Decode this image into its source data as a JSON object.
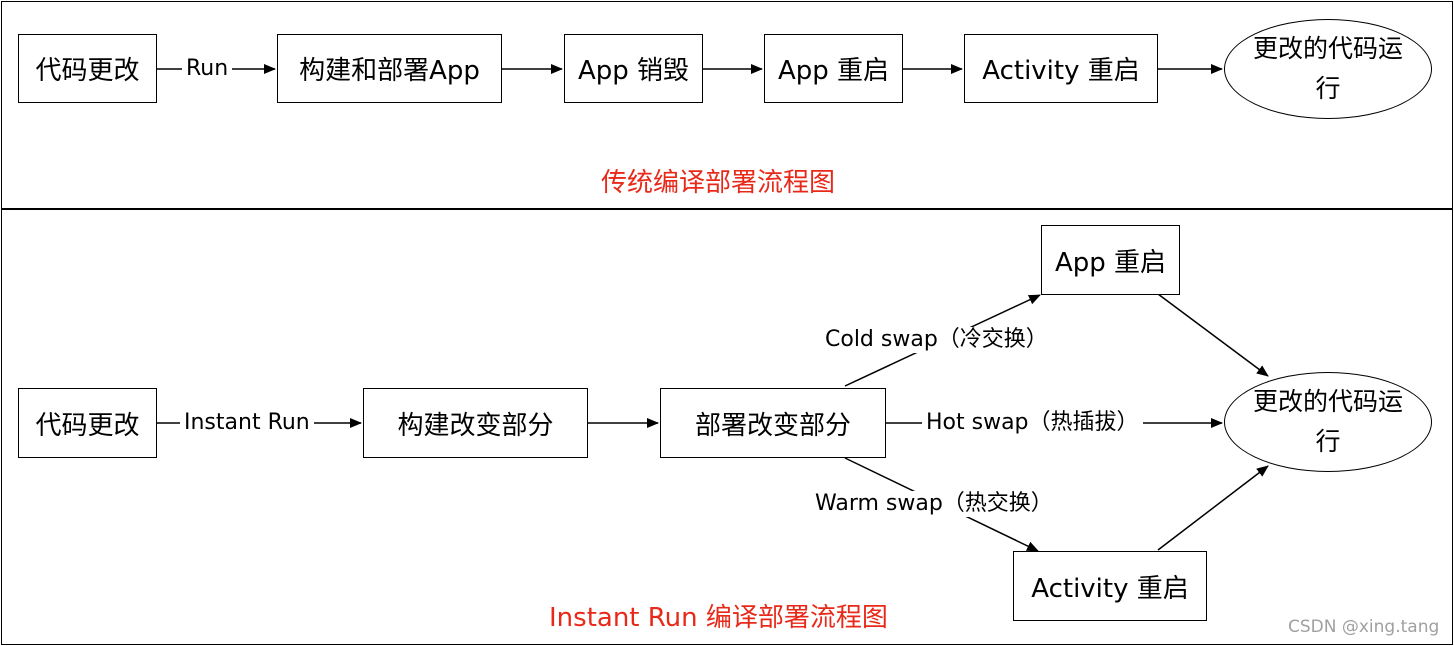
{
  "top": {
    "nodes": {
      "code_change": "代码更改",
      "build_deploy": "构建和部署App",
      "app_destroy": "App 销毁",
      "app_restart": "App 重启",
      "activity_restart": "Activity 重启",
      "changed_code_runs": "更改的代码运行"
    },
    "edge_run": "Run",
    "title": "传统编译部署流程图"
  },
  "bottom": {
    "nodes": {
      "code_change": "代码更改",
      "build_changes": "构建改变部分",
      "deploy_changes": "部署改变部分",
      "app_restart": "App 重启",
      "activity_restart": "Activity 重启",
      "changed_code_runs": "更改的代码运行"
    },
    "edge_instant_run": "Instant Run",
    "edge_cold_swap": "Cold swap（冷交换）",
    "edge_hot_swap": "Hot swap（热插拔）",
    "edge_warm_swap": "Warm swap（热交换）",
    "title": "Instant Run 编译部署流程图"
  },
  "watermark": "CSDN @xing.tang"
}
